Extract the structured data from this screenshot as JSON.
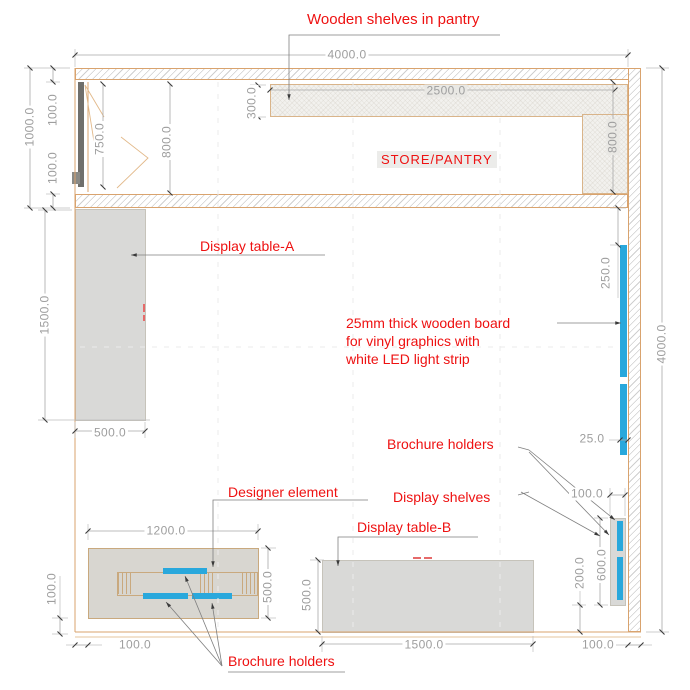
{
  "drawing": {
    "room_label": "STORE/PANTRY"
  },
  "annotations": {
    "wooden_shelves": "Wooden shelves in pantry",
    "display_table_a": "Display table-A",
    "wooden_board_line1": "25mm thick wooden board",
    "wooden_board_line2": "for vinyl graphics with",
    "wooden_board_line3": "white LED light strip",
    "brochure_holders_upper": "Brochure holders",
    "designer_element": "Designer element",
    "display_shelves": "Display shelves",
    "display_table_b": "Display table-B",
    "brochure_holders_lower": "Brochure holders"
  },
  "dims": {
    "room_width_top": "4000.0",
    "room_height_right": "4000.0",
    "pantry_total_height": "1000.0",
    "wall_thickness_top": "100.0",
    "wall_thickness_pantry_bottom": "100.0",
    "door_opening": "750.0",
    "pantry_inner_height": "800.0",
    "shelf_depth": "300.0",
    "shelf_length": "2500.0",
    "shelf_return_length": "800.0",
    "led_board_offset": "250.0",
    "board_thickness": "25.0",
    "table_a_length": "1500.0",
    "table_a_width": "500.0",
    "shelf_unit_width": "100.0",
    "shelf_unit_height": "600.0",
    "shelf_unit_bottom_gap": "200.0",
    "wall_thickness_right": "100.0",
    "table_b_length": "1500.0",
    "table_b_width": "500.0",
    "designer_length": "1200.0",
    "designer_width": "500.0",
    "designer_bottom_gap_v": "100.0",
    "designer_left_gap_h": "100.0"
  },
  "colors": {
    "annotation_red": "#ee1111",
    "dimension_gray": "#9e9e9e",
    "led_blue": "#29a8dc",
    "wall_line": "#d9a36e",
    "furniture_fill": "#d9d9d7"
  }
}
